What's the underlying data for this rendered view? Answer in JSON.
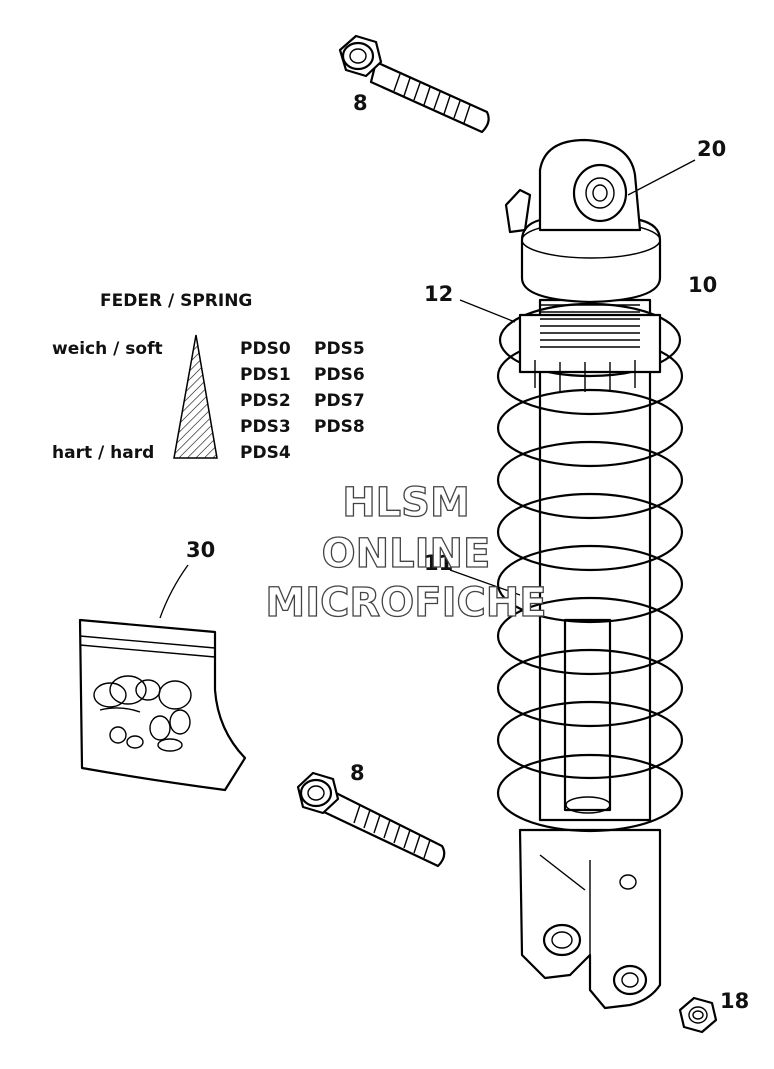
{
  "callouts": {
    "bolt_top": "8",
    "bolt_bottom": "8",
    "top_eye_bushing": "20",
    "shock_absorber": "10",
    "spring_preload_nut": "12",
    "spring": "11",
    "sticker_kit": "30",
    "bottom_nut": "18"
  },
  "legend": {
    "title": "FEDER / SPRING",
    "soft_label": "weich / soft",
    "hard_label": "hart / hard",
    "codes_col1": [
      "PDS0",
      "PDS1",
      "PDS2",
      "PDS3",
      "PDS4"
    ],
    "codes_col2": [
      "PDS5",
      "PDS6",
      "PDS7",
      "PDS8"
    ]
  },
  "watermark": {
    "line1": "HLSM",
    "line2": "ONLINE",
    "line3": "MICROFICHE"
  }
}
